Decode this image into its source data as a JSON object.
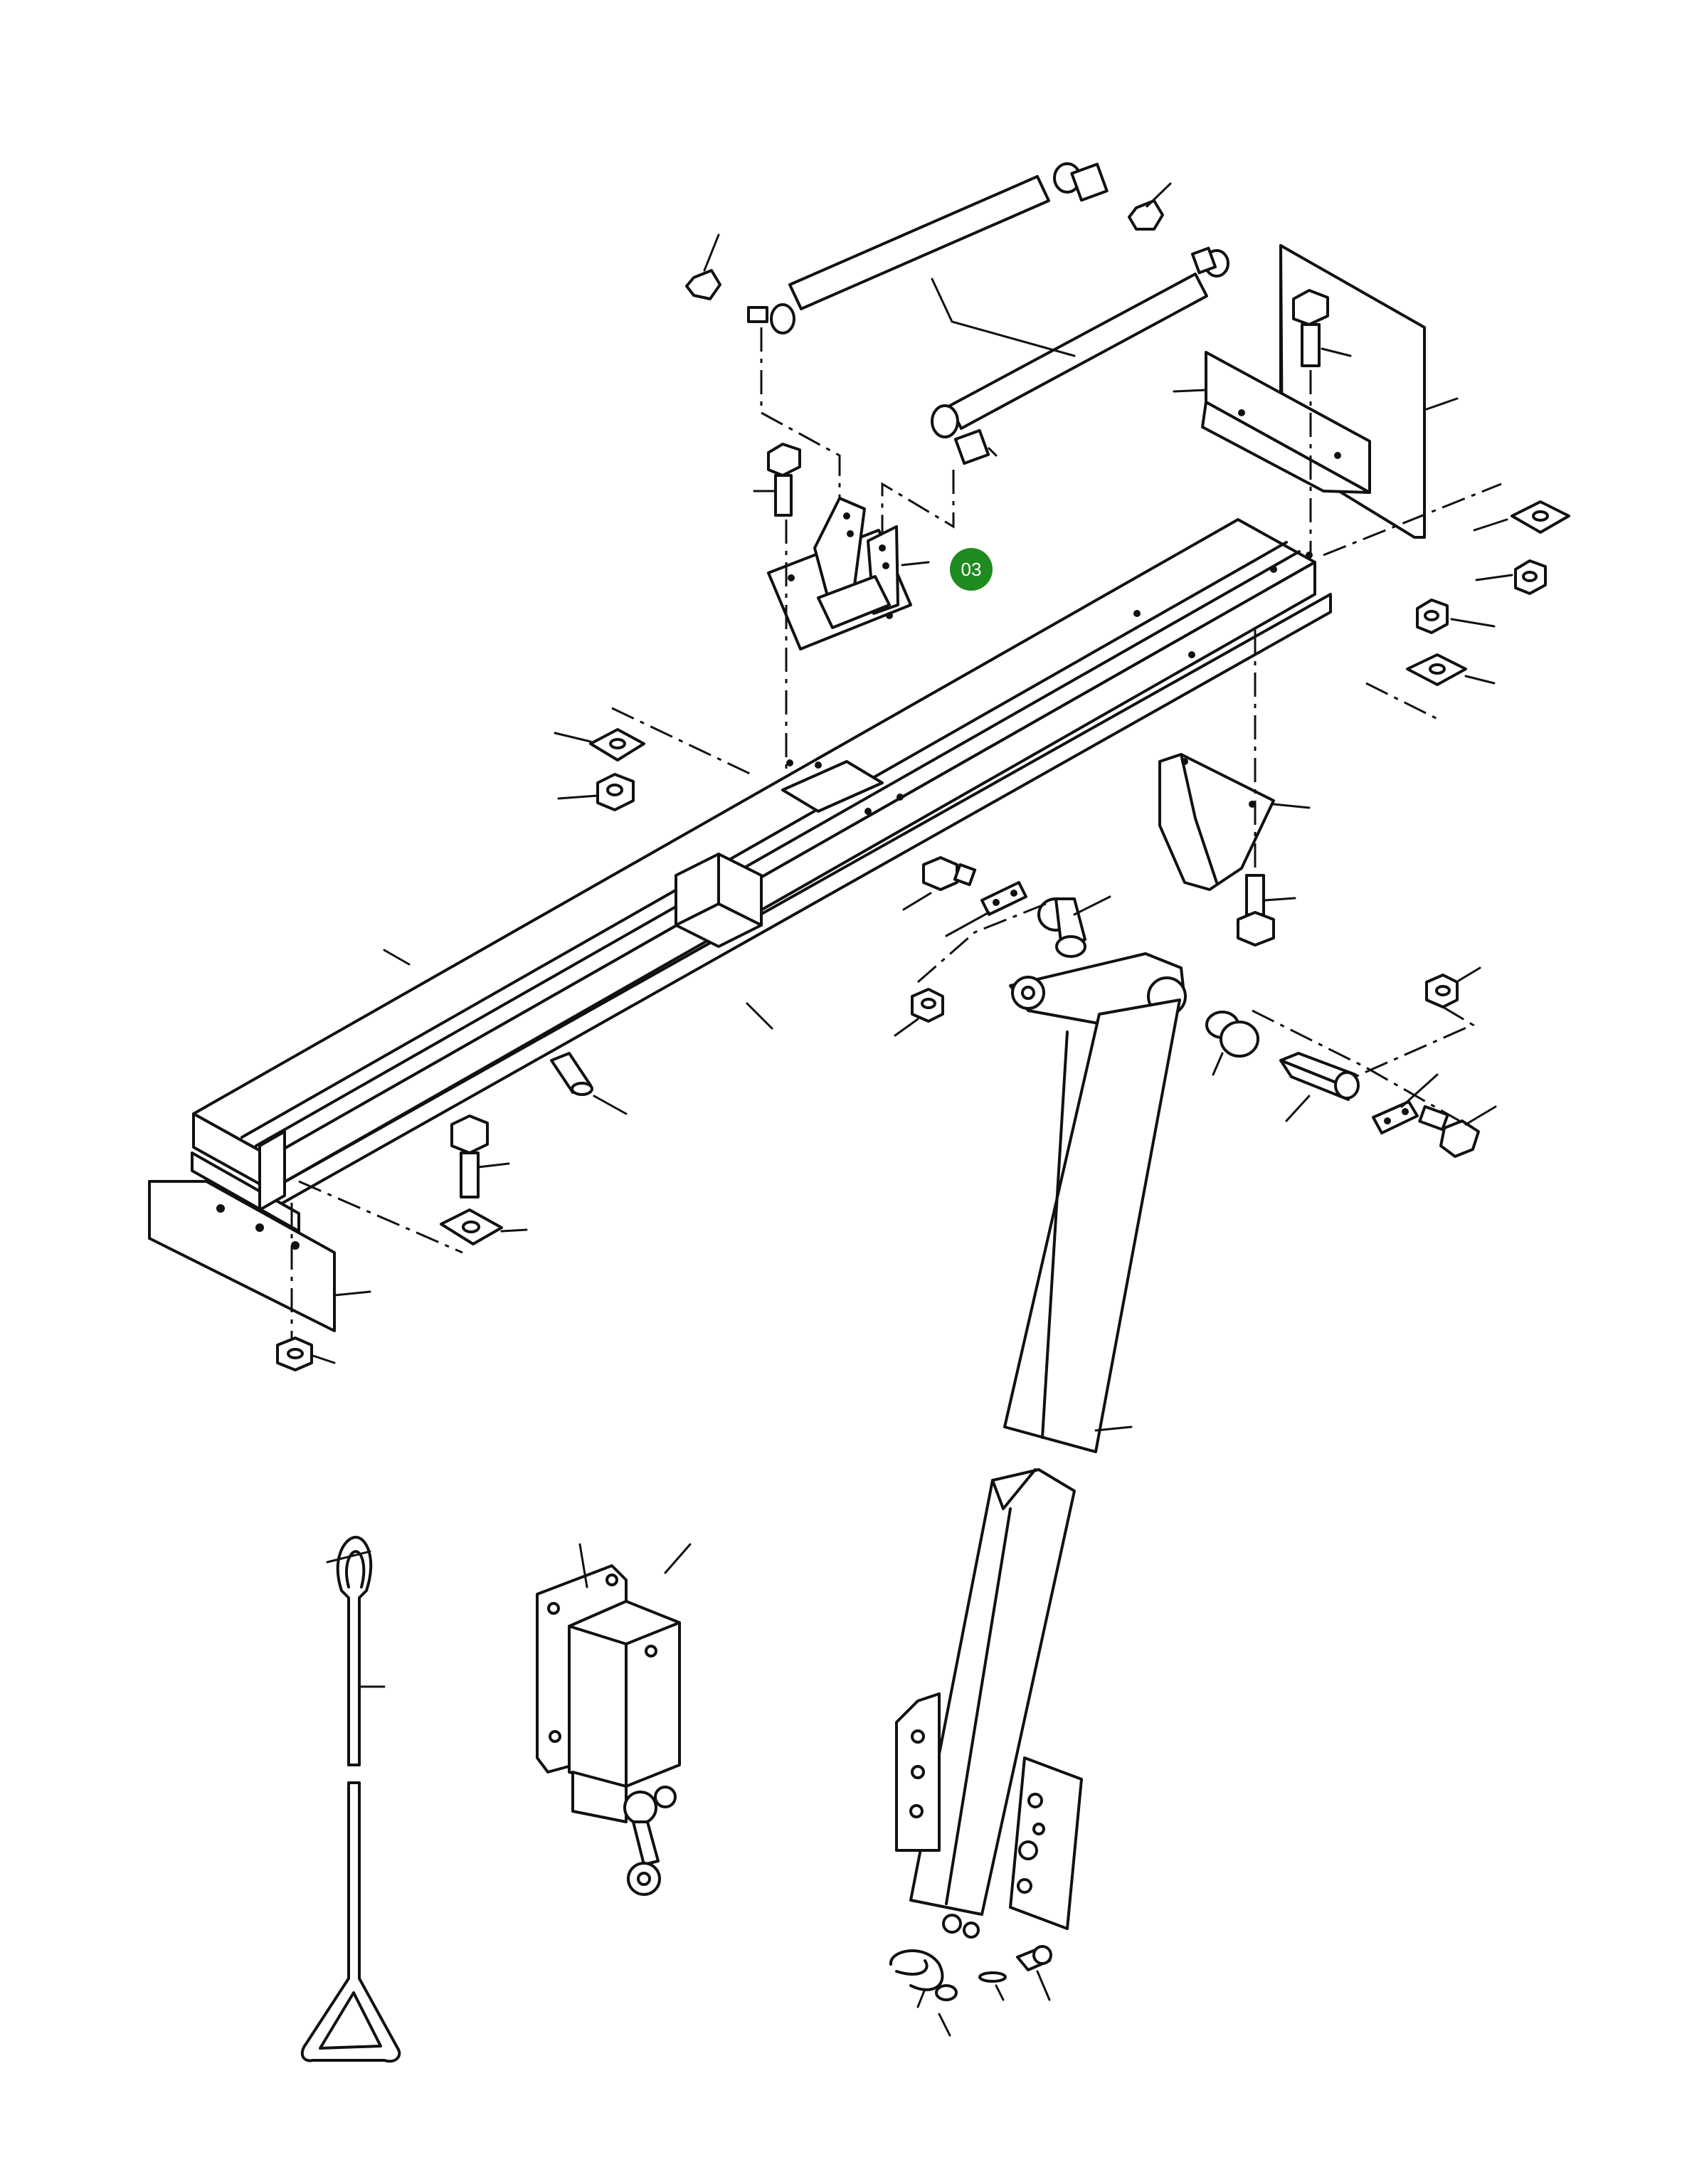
{
  "diagram": {
    "callout": {
      "label": "03",
      "color": "#1f8a1f",
      "text_color": "#ffffff"
    },
    "parts": [
      "gas-strut-upper",
      "gas-strut-lower",
      "ball-joint-nut",
      "strut-mounting-bracket",
      "side-plate",
      "main-beam",
      "cross-beam",
      "mounting-plate",
      "hex-bolt",
      "hex-nut",
      "square-washer",
      "angle-bracket",
      "pivot-bushing",
      "pivot-pin",
      "locking-plate",
      "boom-arm-upper",
      "boom-arm-lower",
      "hinge-plate",
      "clevis-pin",
      "r-clip",
      "hand-lever-rod",
      "limit-switch",
      "leader-line",
      "centerline"
    ]
  }
}
